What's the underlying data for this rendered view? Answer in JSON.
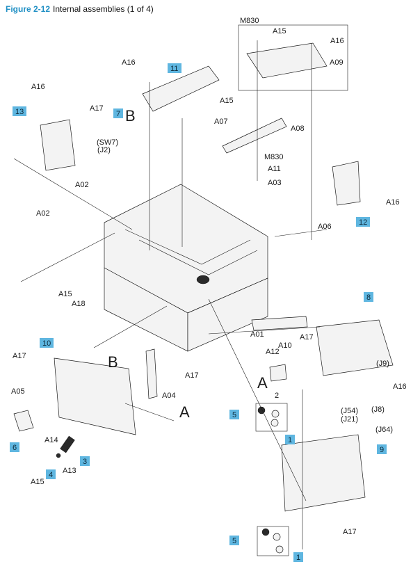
{
  "figure": {
    "number": "Figure 2-12",
    "title": "Internal assemblies (1 of 4)"
  },
  "callouts": [
    "1",
    "1",
    "2",
    "3",
    "4",
    "5",
    "5",
    "6",
    "7",
    "8",
    "9",
    "10",
    "11",
    "12",
    "13"
  ],
  "labels": [
    "A01",
    "A02",
    "A02",
    "A03",
    "A04",
    "A05",
    "A06",
    "A07",
    "A08",
    "A09",
    "A10",
    "A11",
    "A12",
    "A13",
    "A14",
    "A15",
    "A15",
    "A15",
    "A15",
    "A16",
    "A16",
    "A16",
    "A16",
    "A16",
    "A17",
    "A17",
    "A17",
    "A17",
    "A17",
    "A18",
    "M830",
    "M830",
    "(SW7)",
    "(J2)",
    "(J54)",
    "(J21)",
    "(J8)",
    "(J64)",
    "(J9)",
    "A",
    "A",
    "B",
    "B"
  ],
  "colors": {
    "callout_fill": "#5fb6e0",
    "figure_number": "#1f8fc4"
  }
}
